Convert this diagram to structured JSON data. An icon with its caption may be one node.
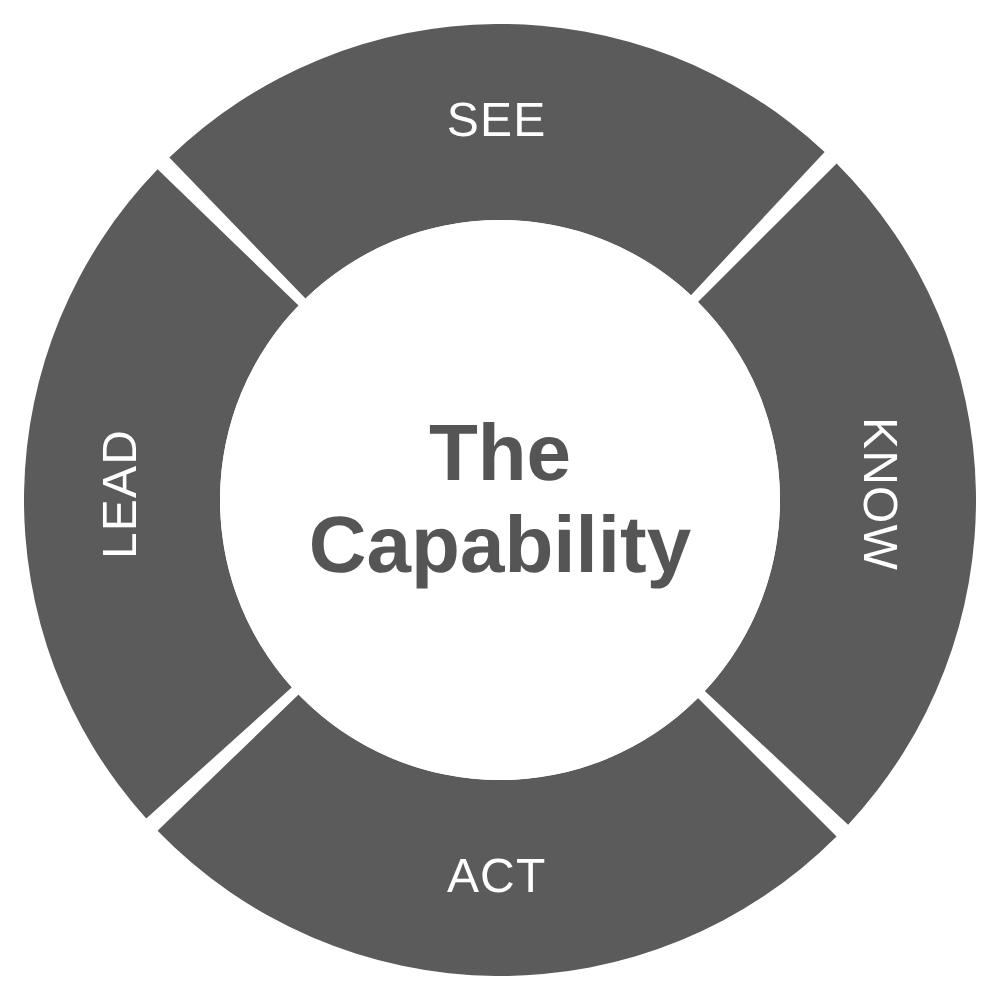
{
  "diagram": {
    "nodes": [
      {
        "text": [
          "SEE"
        ]
      },
      {
        "text": [
          "KNOW"
        ]
      },
      {
        "text": [
          "ACT"
        ]
      },
      {
        "text": [
          "LEAD"
        ]
      },
      {
        "text": [
          "The Capability"
        ]
      }
    ]
  }
}
